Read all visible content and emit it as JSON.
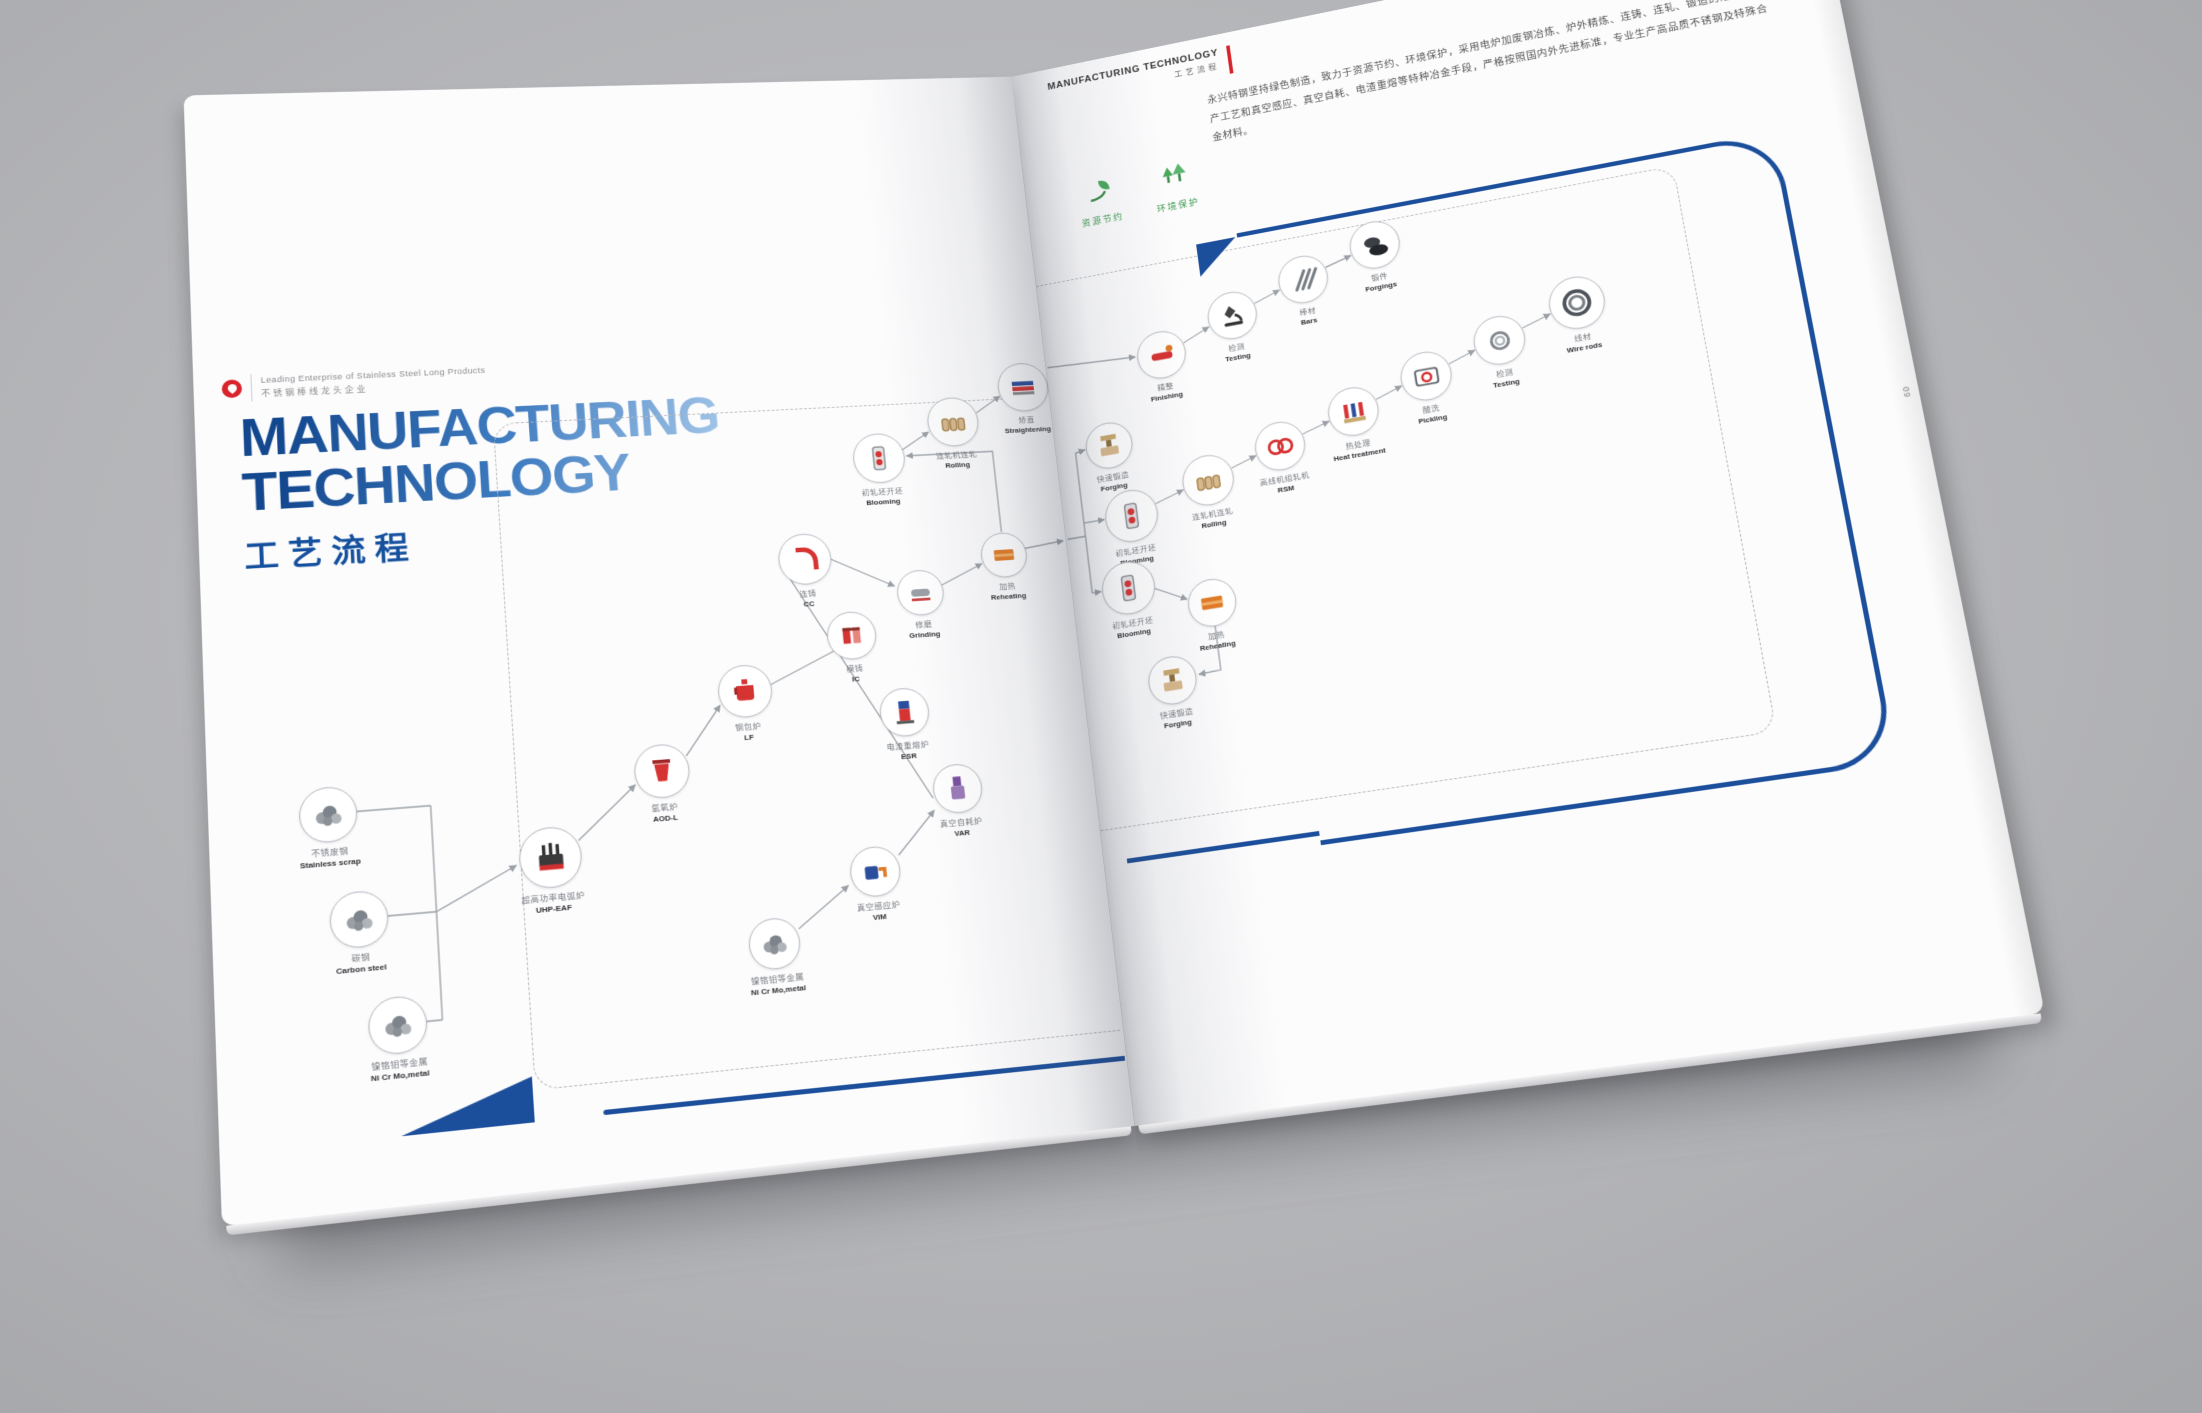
{
  "brand": {
    "tagline_en": "Leading Enterprise of Stainless Steel Long Products",
    "tagline_cn": "不锈钢棒线龙头企业"
  },
  "left_page": {
    "title_line1": "MANUFACTURING",
    "title_line2": "TECHNOLOGY",
    "subtitle_cn": "工艺流程",
    "nodes": [
      {
        "id": "stainless-scrap",
        "cn": "不锈废钢",
        "en": "Stainless scrap",
        "icon": "scrap-icon"
      },
      {
        "id": "carbon-steel",
        "cn": "碳钢",
        "en": "Carbon steel",
        "icon": "scrap-icon"
      },
      {
        "id": "nicrmo-metal-1",
        "cn": "镍铬钼等金属",
        "en": "Ni Cr Mo,metal",
        "icon": "scrap-icon"
      },
      {
        "id": "uhp-eaf",
        "cn": "超高功率电弧炉",
        "en": "UHP-EAF",
        "icon": "eaf-icon"
      },
      {
        "id": "aod-l",
        "cn": "氩氧炉",
        "en": "AOD-L",
        "icon": "aod-icon"
      },
      {
        "id": "lf",
        "cn": "钢包炉",
        "en": "LF",
        "icon": "ladle-icon"
      },
      {
        "id": "cc",
        "cn": "连铸",
        "en": "CC",
        "icon": "caster-icon"
      },
      {
        "id": "ic",
        "cn": "模铸",
        "en": "IC",
        "icon": "molds-icon"
      },
      {
        "id": "esr",
        "cn": "电渣重熔炉",
        "en": "ESR",
        "icon": "esr-icon"
      },
      {
        "id": "var",
        "cn": "真空自耗炉",
        "en": "VAR",
        "icon": "var-icon"
      },
      {
        "id": "vim",
        "cn": "真空感应炉",
        "en": "VIM",
        "icon": "vim-icon"
      },
      {
        "id": "nicrmo-metal-2",
        "cn": "镍铬钼等金属",
        "en": "Ni Cr Mo,metal",
        "icon": "scrap-icon"
      },
      {
        "id": "grinding",
        "cn": "修磨",
        "en": "Grinding",
        "icon": "roller-icon"
      },
      {
        "id": "reheating-1",
        "cn": "加热",
        "en": "Reheating",
        "icon": "heater-icon"
      },
      {
        "id": "blooming-1",
        "cn": "初轧坯开坯",
        "en": "Blooming",
        "icon": "blooming-icon"
      },
      {
        "id": "rolling-1",
        "cn": "连轧机连轧",
        "en": "Rolling",
        "icon": "rolling-icon"
      },
      {
        "id": "straightening",
        "cn": "矫直",
        "en": "Straightening",
        "icon": "straighten-icon"
      }
    ]
  },
  "right_page": {
    "header_en": "MANUFACTURING TECHNOLOGY",
    "header_cn": "工艺流程",
    "page_number": "09",
    "eco": [
      {
        "label": "资源节约",
        "icon": "leaf-icon"
      },
      {
        "label": "环境保护",
        "icon": "trees-icon"
      }
    ],
    "paragraph": "永兴特钢坚持绿色制造，致力于资源节约、环境保护，采用电炉加废钢冶炼、炉外精炼、连铸、连轧、锻造的短流程生产工艺和真空感应、真空自耗、电渣重熔等特种冶金手段，严格按照国内外先进标准，专业生产高品质不锈钢及特殊合金材料。",
    "nodes": [
      {
        "id": "finishing",
        "cn": "精整",
        "en": "Finishing",
        "icon": "finishing-icon"
      },
      {
        "id": "testing-1",
        "cn": "检测",
        "en": "Testing",
        "icon": "microscope-icon"
      },
      {
        "id": "bars",
        "cn": "棒材",
        "en": "Bars",
        "icon": "bars-icon"
      },
      {
        "id": "forgings",
        "cn": "锻件",
        "en": "Forgings",
        "icon": "forgings-icon"
      },
      {
        "id": "forging-1",
        "cn": "快速锻造",
        "en": "Forging",
        "icon": "press-icon"
      },
      {
        "id": "blooming-2",
        "cn": "初轧坯开坯",
        "en": "Blooming",
        "icon": "blooming-icon"
      },
      {
        "id": "rolling-2",
        "cn": "连轧机连轧",
        "en": "Rolling",
        "icon": "rolling-icon"
      },
      {
        "id": "rsm",
        "cn": "高线机组轧机",
        "en": "RSM",
        "icon": "coil-red-icon"
      },
      {
        "id": "heat-treatment",
        "cn": "热处理",
        "en": "Heat treatment",
        "icon": "heat-treat-icon"
      },
      {
        "id": "pickling",
        "cn": "酸洗",
        "en": "Pickling",
        "icon": "tank-icon"
      },
      {
        "id": "testing-2",
        "cn": "检测",
        "en": "Testing",
        "icon": "coil-gray-icon"
      },
      {
        "id": "wire-rods",
        "cn": "线材",
        "en": "Wire rods",
        "icon": "coil-big-icon"
      },
      {
        "id": "blooming-3",
        "cn": "初轧坯开坯",
        "en": "Blooming",
        "icon": "blooming-icon"
      },
      {
        "id": "reheating-2",
        "cn": "加热",
        "en": "Reheating",
        "icon": "heater-icon"
      },
      {
        "id": "forging-2",
        "cn": "快速锻造",
        "en": "Forging",
        "icon": "press-icon"
      }
    ]
  },
  "colors": {
    "accent_blue": "#1b4e9b",
    "brand_red": "#d8232a",
    "eco_green": "#3f9b52",
    "title_gradient_from": "#13488f",
    "title_gradient_to": "#a3c6e8"
  }
}
